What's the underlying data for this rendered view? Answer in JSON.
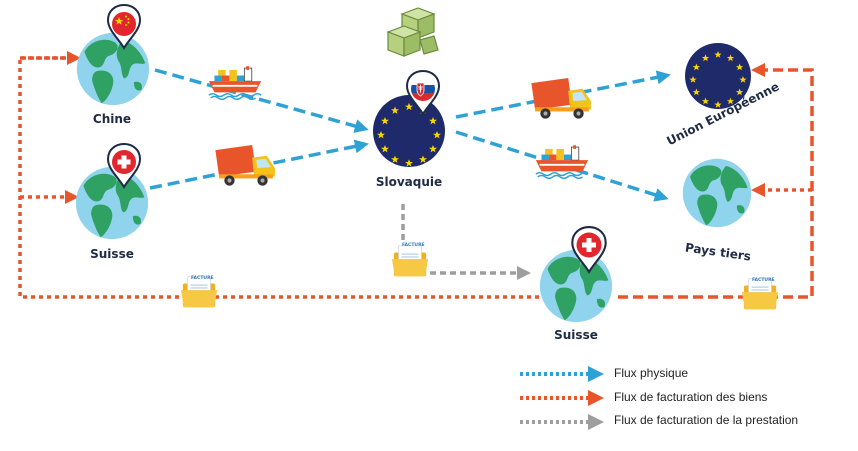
{
  "nodes": {
    "chine": {
      "label": "Chine"
    },
    "suisse_left": {
      "label": "Suisse"
    },
    "slovaquie": {
      "label": "Slovaquie"
    },
    "union_europeenne": {
      "label": "Union Européenne"
    },
    "pays_tiers": {
      "label": "Pays tiers"
    },
    "suisse_bottom": {
      "label": "Suisse"
    }
  },
  "invoice_docs": {
    "doc_left": "FACTURE",
    "doc_center": "FACTURE",
    "doc_right": "FACTURE"
  },
  "legend": {
    "physical": "Flux physique",
    "goods_billing": "Flux de facturation des biens",
    "service_billing": "Flux de facturation de la prestation"
  },
  "colors": {
    "physical": "#2fa2d5",
    "goods_billing": "#e8552b",
    "service_billing": "#9e9e9e",
    "ocean": "#8fd3ec",
    "land": "#2fa163",
    "eu_blue": "#1f2a6b",
    "eu_star": "#ffd500",
    "marker_red": "#e1262d"
  }
}
